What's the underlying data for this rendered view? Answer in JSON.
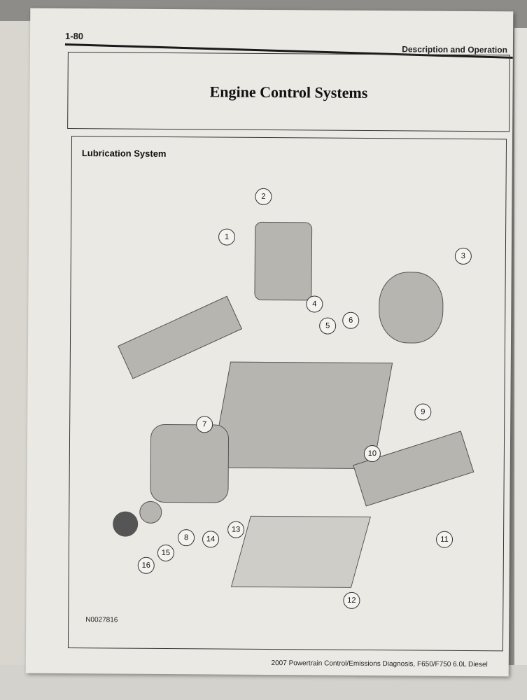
{
  "header": {
    "page_number": "1-80",
    "section": "Description and Operation"
  },
  "title": "Engine Control Systems",
  "figure": {
    "title": "Lubrication System",
    "figure_id": "N0027816",
    "callouts": [
      "1",
      "2",
      "3",
      "4",
      "5",
      "6",
      "7",
      "8",
      "9",
      "10",
      "11",
      "12",
      "13",
      "14",
      "15",
      "16"
    ]
  },
  "footer": "2007 Powertrain Control/Emissions Diagnosis, F650/F750 6.0L Diesel"
}
